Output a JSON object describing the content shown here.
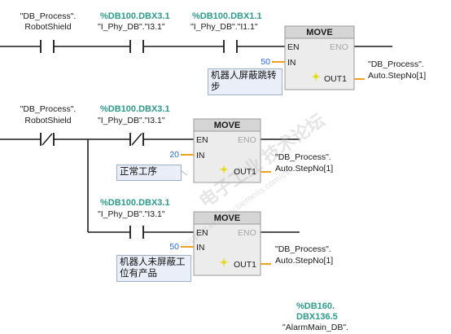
{
  "colors": {
    "wire": "#1a1a1a",
    "address": "#2e9a8a",
    "block_fill": "#ececec",
    "block_header": "#d5d5d5",
    "comment_fill": "#e9eef8",
    "constant": "#2a6cd6",
    "pin_stub": "#f0a020"
  },
  "network1": {
    "contact1": {
      "op_line1": "\"DB_Process\".",
      "op_line2": "RobotShield"
    },
    "contact2": {
      "address": "%DB100.DBX3.1",
      "op": "\"I_Phy_DB\".\"I3.1\""
    },
    "contact3": {
      "address": "%DB100.DBX1.1",
      "op": "\"I_Phy_DB\".\"I1.1\""
    },
    "move": {
      "title": "MOVE",
      "en": "EN",
      "eno": "ENO",
      "in": "IN",
      "out": "OUT1",
      "in_value": "50",
      "comment": "机器人屏蔽跳转步",
      "out_line1": "\"DB_Process\".",
      "out_line2": "Auto.StepNo[1]"
    }
  },
  "network2": {
    "contact1": {
      "op_line1": "\"DB_Process\".",
      "op_line2": "RobotShield"
    },
    "contact2": {
      "address": "%DB100.DBX3.1",
      "op": "\"I_Phy_DB\".\"I3.1\""
    },
    "move": {
      "title": "MOVE",
      "en": "EN",
      "eno": "ENO",
      "in": "IN",
      "out": "OUT1",
      "in_value": "20",
      "comment": "正常工序",
      "out_line1": "\"DB_Process\".",
      "out_line2": "Auto.StepNo[1]"
    },
    "branch_contact": {
      "address": "%DB100.DBX3.1",
      "op": "\"I_Phy_DB\".\"I3.1\""
    },
    "move2": {
      "title": "MOVE",
      "en": "EN",
      "eno": "ENO",
      "in": "IN",
      "out": "OUT1",
      "in_value": "50",
      "comment": "机器人未屏蔽工位有产品",
      "out_line1": "\"DB_Process\".",
      "out_line2": "Auto.StepNo[1]"
    }
  },
  "network3": {
    "address_line1": "%DB160.",
    "address_line2": "DBX136.5",
    "op": "\"AlarmMain_DB\"."
  },
  "watermark": {
    "line1": "电子工业 技术论坛",
    "line2": "support.industry.siemens.com/cs"
  }
}
